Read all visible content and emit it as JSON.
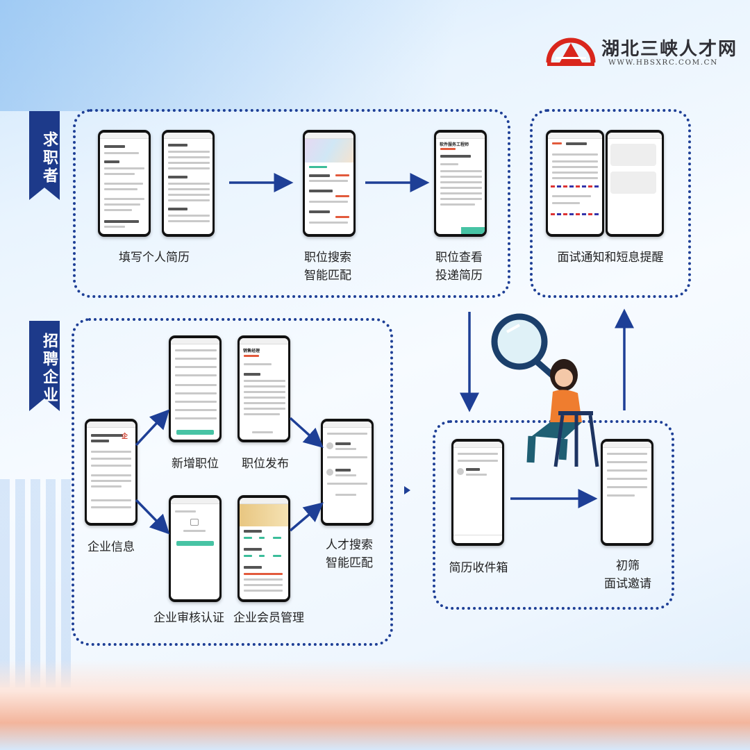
{
  "brand": {
    "name": "湖北三峡人才网",
    "url": "WWW.HBSXRC.COM.CN",
    "colors": {
      "primary": "#1e3f96",
      "logo_red": "#d9261c",
      "accent": "#47c3a4"
    }
  },
  "sections": {
    "seeker_tag": "求职者",
    "enterprise_tag": "招聘企业"
  },
  "steps": {
    "resume": "填写个人简历",
    "job_search_l1": "职位搜索",
    "job_search_l2": "智能匹配",
    "job_view_l1": "职位查看",
    "job_view_l2": "投递简历",
    "interview_notice": "面试通知和短息提醒",
    "new_position": "新增职位",
    "position_publish": "职位发布",
    "company_info": "企业信息",
    "talent_search_l1": "人才搜索",
    "talent_search_l2": "智能匹配",
    "company_review": "企业审核认证",
    "member_mgmt": "企业会员管理",
    "inbox": "简历收件箱",
    "screening_l1": "初筛",
    "screening_l2": "面试邀请"
  },
  "phone_screens": {
    "job_detail_title": "软件服务工程师",
    "sales_manager_title": "销售经理"
  }
}
